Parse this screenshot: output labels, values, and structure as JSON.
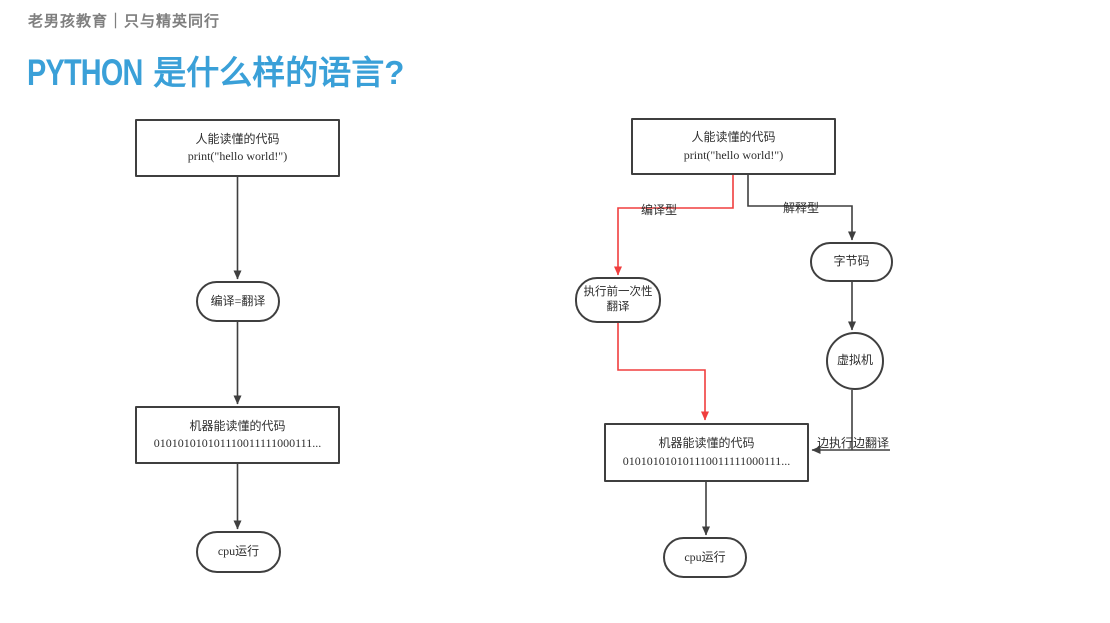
{
  "header": {
    "brand": "老男孩教育｜只与精英同行",
    "title_en": "PYTHON",
    "title_zh": "是什么样的语言?"
  },
  "colors": {
    "title_blue": "#3aa0d8",
    "edge_red": "#f03e3e",
    "edge_dark": "#3f3f3f",
    "brand_gray": "#7f7f7f"
  },
  "left_chart": {
    "human_code_line1": "人能读懂的代码",
    "human_code_line2": "print(\"hello world!\")",
    "compile_pill": "编译=翻译",
    "machine_code_line1": "机器能读懂的代码",
    "machine_code_line2": "010101010101110011111000111...",
    "cpu_pill": "cpu运行"
  },
  "right_chart": {
    "human_code_line1": "人能读懂的代码",
    "human_code_line2": "print(\"hello world!\")",
    "edge_label_compiled": "编译型",
    "edge_label_interpreted": "解释型",
    "pre_translate_line1": "执行前一次性",
    "pre_translate_line2": "翻译",
    "bytecode_pill": "字节码",
    "vm_circle": "虚拟机",
    "edge_label_runtime": "边执行边翻译",
    "machine_code_line1": "机器能读懂的代码",
    "machine_code_line2": "010101010101110011111000111...",
    "cpu_pill": "cpu运行"
  }
}
